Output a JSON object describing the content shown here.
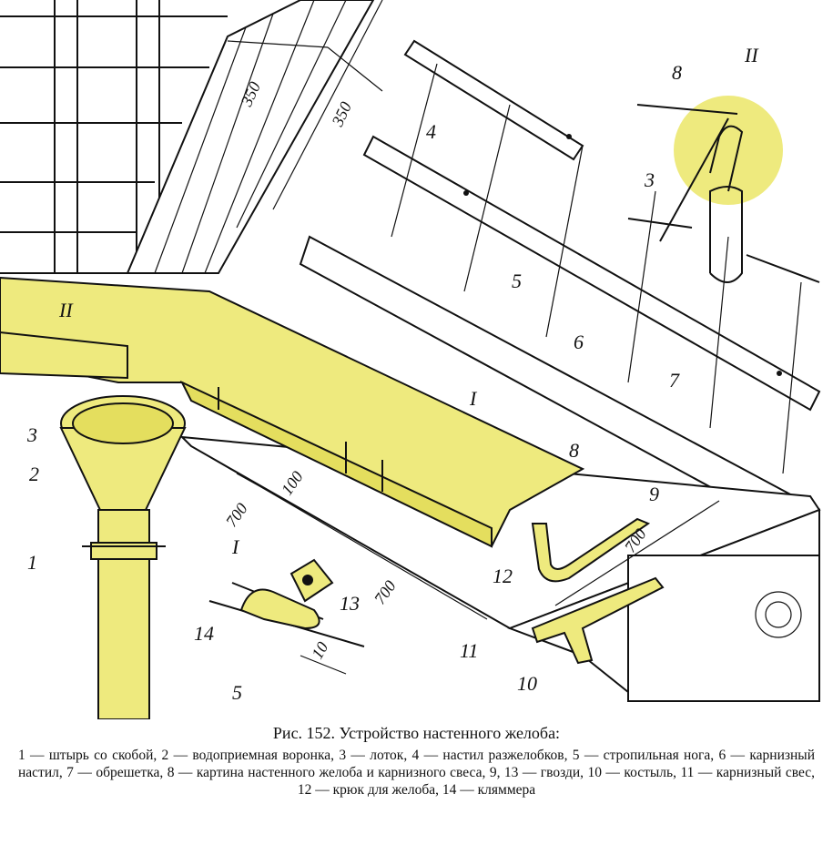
{
  "caption": {
    "title": "Рис. 152. Устройство настенного желоба:",
    "legend": "1 — штырь со скобой, 2 — водоприемная воронка, 3 — лоток, 4 — настил разжелобков, 5 — стропильная нога, 6 — карнизный настил, 7 — обрешетка, 8 — картина настенного желоба и карнизного свеса, 9, 13 — гвозди, 10 — костыль, 11 — карнизный свес, 12 — крюк для желоба, 14 — кляммера"
  },
  "labels": {
    "n1": "1",
    "n2": "2",
    "n3a": "3",
    "n3b": "3",
    "n4": "4",
    "n5a": "5",
    "n5b": "5",
    "n6": "6",
    "n7": "7",
    "n8a": "8",
    "n8b": "8",
    "n9": "9",
    "n10a": "10",
    "n10b": "10",
    "n11": "11",
    "n12": "12",
    "n13": "13",
    "n14": "14",
    "sec1a": "I",
    "sec1b": "I",
    "sec2a": "II",
    "sec2b": "II"
  },
  "dimensions": {
    "d350a": "350",
    "d350b": "350",
    "d100": "100",
    "d700a": "700",
    "d700b": "700",
    "d700c": "700"
  },
  "colors": {
    "highlight": "#eeea7e",
    "highlight_dark": "#e4de5e",
    "ink": "#111111"
  }
}
